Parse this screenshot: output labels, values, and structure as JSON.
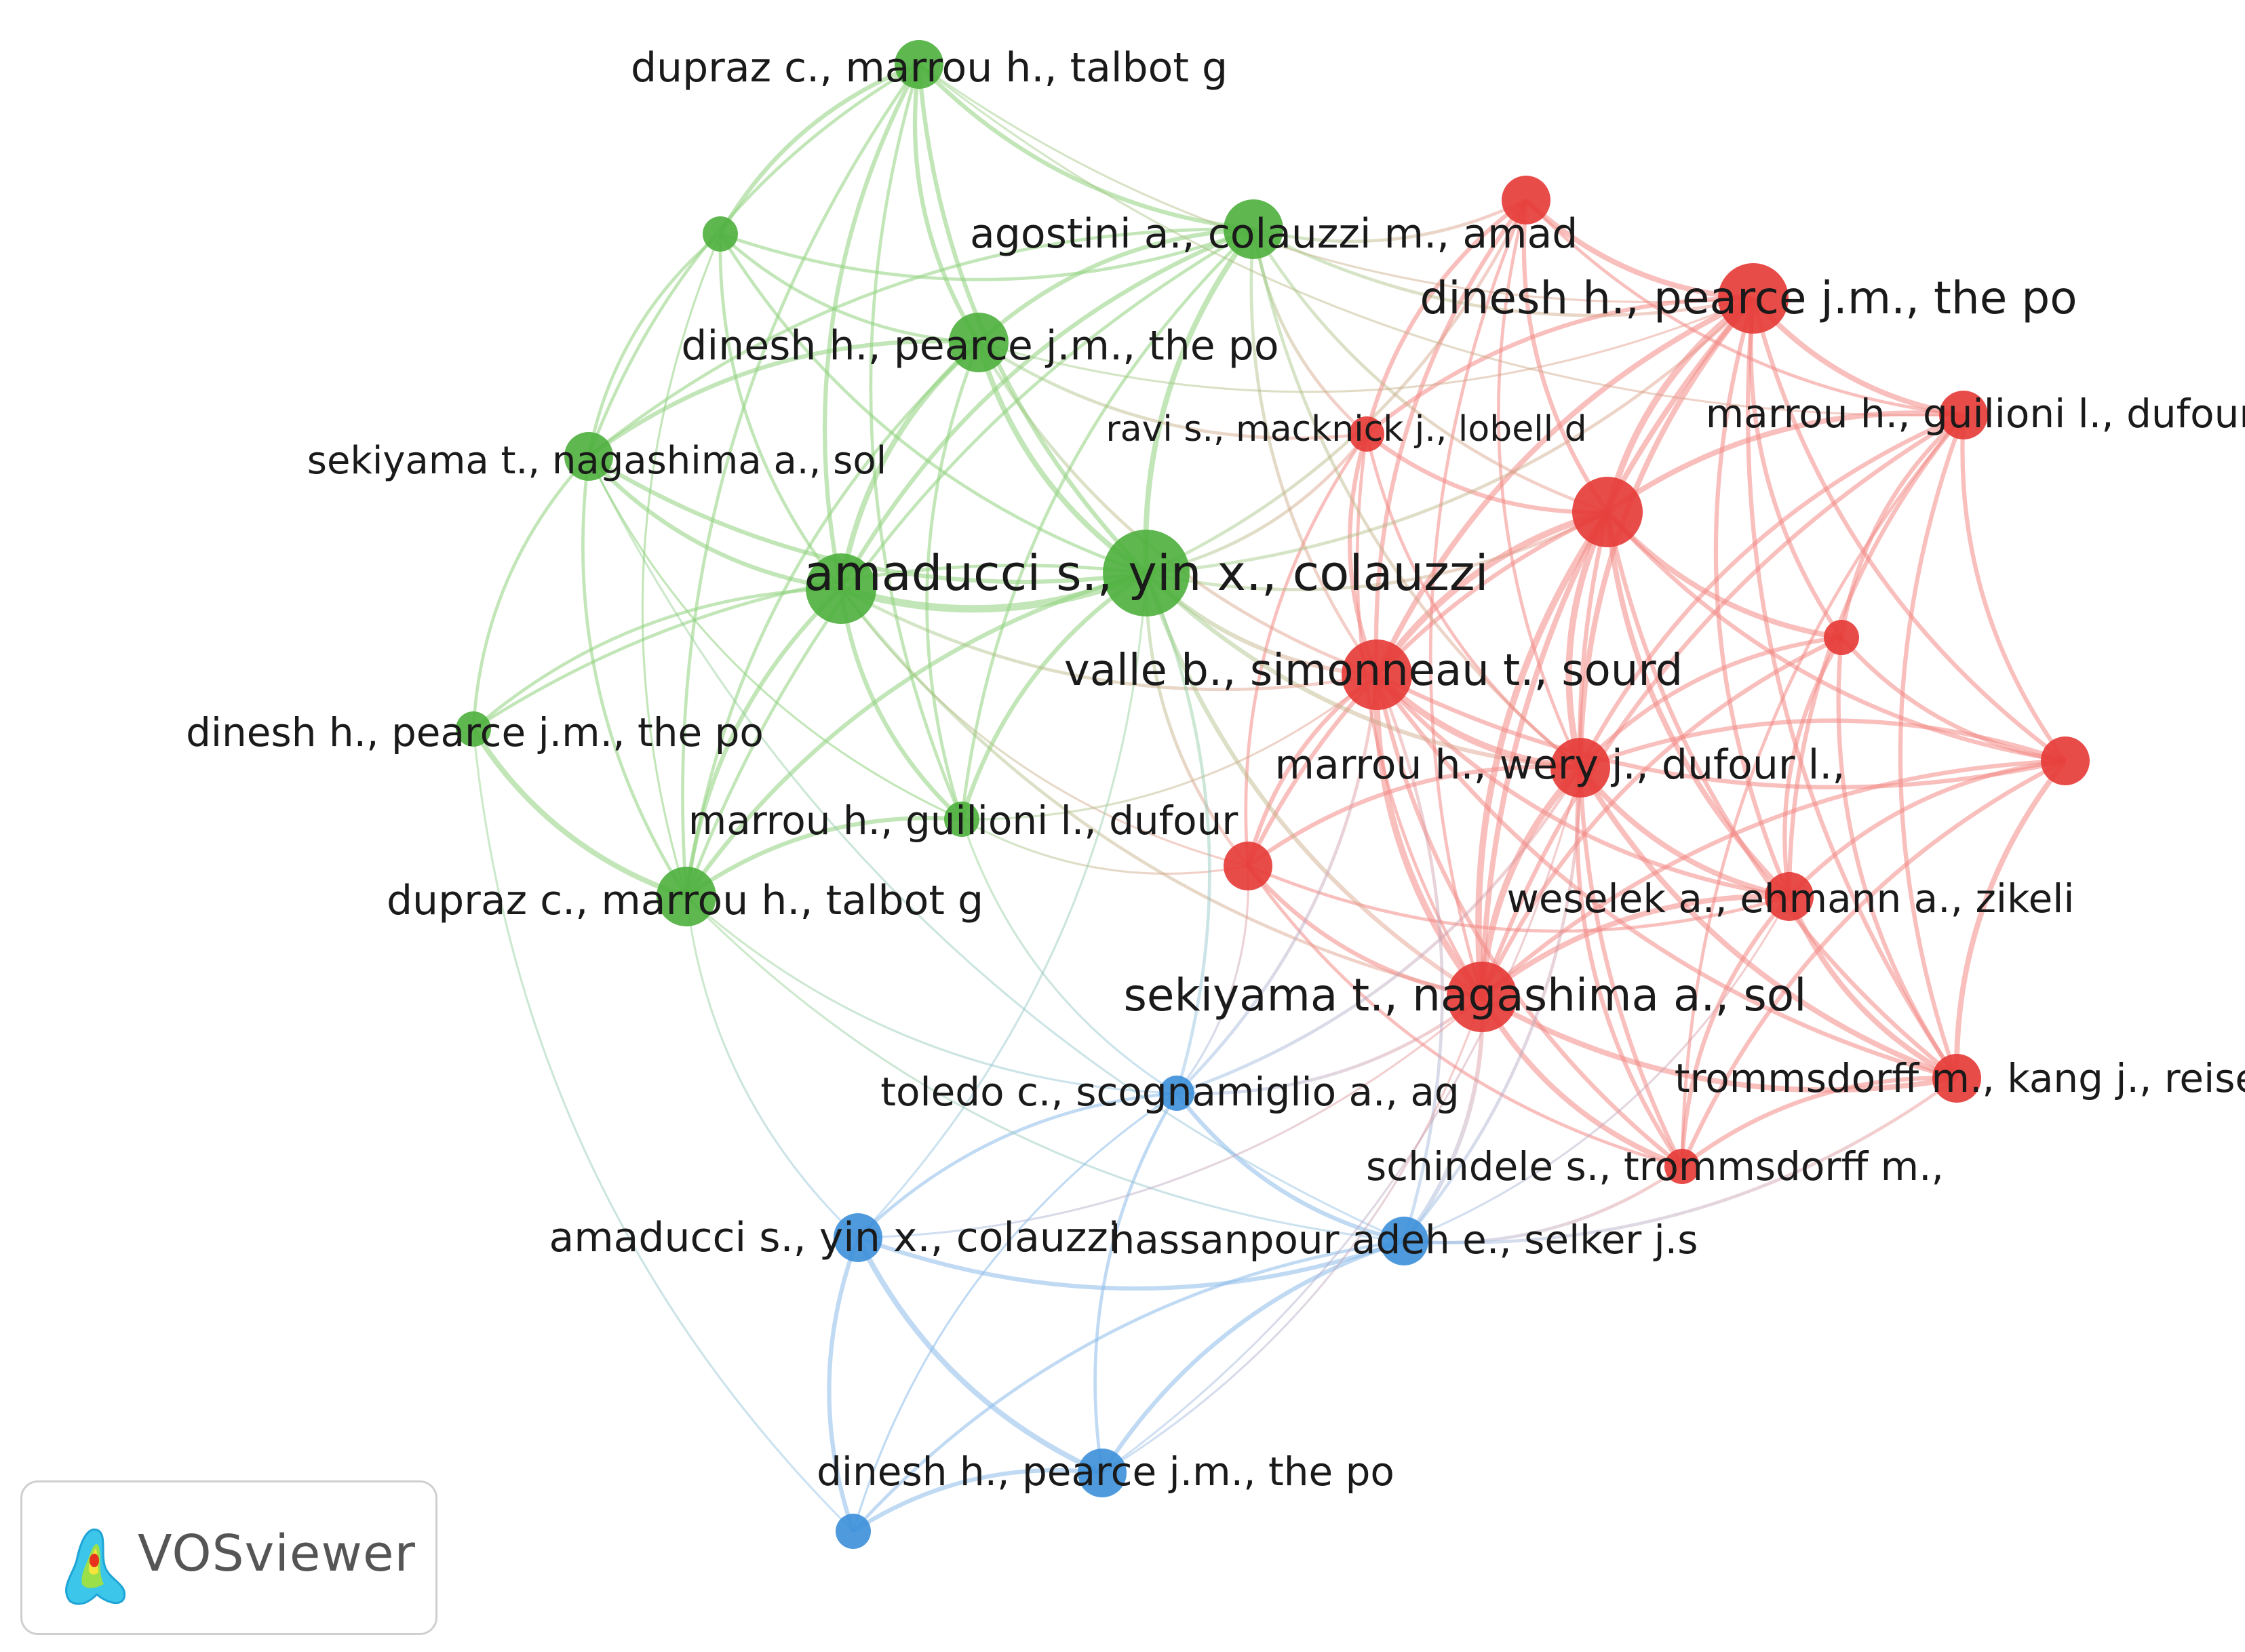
{
  "clusters": [
    {
      "id": "green",
      "color": "#4caf3c",
      "edge_color": "#8fd17e"
    },
    {
      "id": "red",
      "color": "#e53935",
      "edge_color": "#f28b86"
    },
    {
      "id": "blue",
      "color": "#3b8fd9",
      "edge_color": "#8dbcea"
    }
  ],
  "nodes": [
    {
      "id": "g1",
      "label": "dupraz c., marrou h., talbot g",
      "cluster": "green",
      "weight": 2
    },
    {
      "id": "g2",
      "label": "",
      "cluster": "green",
      "weight": 1
    },
    {
      "id": "g3",
      "label": "agostini a., colauzzi m., amad",
      "cluster": "green",
      "weight": 3
    },
    {
      "id": "g4",
      "label": "dinesh h., pearce j.m., the po",
      "cluster": "green",
      "weight": 3
    },
    {
      "id": "g5",
      "label": "sekiyama t., nagashima a., sol",
      "cluster": "green",
      "weight": 2
    },
    {
      "id": "g6",
      "label": "",
      "cluster": "green",
      "weight": 4
    },
    {
      "id": "g7",
      "label": "amaducci s., yin x., colauzzi",
      "cluster": "green",
      "weight": 5
    },
    {
      "id": "g8",
      "label": "dinesh h., pearce j.m., the po",
      "cluster": "green",
      "weight": 1
    },
    {
      "id": "g9",
      "label": "marrou h., guilioni l., dufour",
      "cluster": "green",
      "weight": 1
    },
    {
      "id": "g10",
      "label": "dupraz c., marrou h., talbot g",
      "cluster": "green",
      "weight": 3
    },
    {
      "id": "r1",
      "label": "",
      "cluster": "red",
      "weight": 2
    },
    {
      "id": "r2",
      "label": "dinesh h., pearce j.m., the po",
      "cluster": "red",
      "weight": 4
    },
    {
      "id": "r3",
      "label": "ravi s., macknick j., lobell d",
      "cluster": "red",
      "weight": 1
    },
    {
      "id": "r4",
      "label": "marrou h., guilioni l., dufour",
      "cluster": "red",
      "weight": 2
    },
    {
      "id": "r5",
      "label": "",
      "cluster": "red",
      "weight": 4
    },
    {
      "id": "r6",
      "label": "",
      "cluster": "red",
      "weight": 1
    },
    {
      "id": "r7",
      "label": "valle b., simonneau t., sourd",
      "cluster": "red",
      "weight": 4
    },
    {
      "id": "r8",
      "label": "",
      "cluster": "red",
      "weight": 2
    },
    {
      "id": "r9",
      "label": "marrou h., wery j., dufour l.,",
      "cluster": "red",
      "weight": 3
    },
    {
      "id": "r10",
      "label": "",
      "cluster": "red",
      "weight": 2
    },
    {
      "id": "r11",
      "label": "weselek a., ehmann a., zikeli",
      "cluster": "red",
      "weight": 2
    },
    {
      "id": "r12",
      "label": "sekiyama t., nagashima a., sol",
      "cluster": "red",
      "weight": 4
    },
    {
      "id": "r13",
      "label": "trommsdorff m., kang j., reise",
      "cluster": "red",
      "weight": 2
    },
    {
      "id": "r14",
      "label": "schindele s., trommsdorff m.,",
      "cluster": "red",
      "weight": 1
    },
    {
      "id": "b1",
      "label": "toledo c., scognamiglio a., ag",
      "cluster": "blue",
      "weight": 1
    },
    {
      "id": "b2",
      "label": "amaducci s., yin x., colauzzi",
      "cluster": "blue",
      "weight": 2
    },
    {
      "id": "b3",
      "label": "hassanpour adeh e., selker j.s",
      "cluster": "blue",
      "weight": 2
    },
    {
      "id": "b4",
      "label": "dinesh h., pearce j.m., the po",
      "cluster": "blue",
      "weight": 2
    },
    {
      "id": "b5",
      "label": "",
      "cluster": "blue",
      "weight": 1
    }
  ],
  "logo": {
    "text": "VOSviewer",
    "icon": "vosviewer-logo-icon"
  }
}
